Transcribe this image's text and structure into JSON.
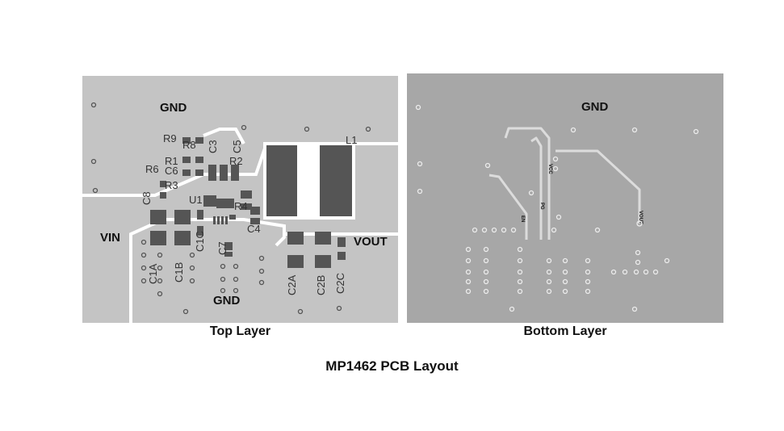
{
  "figure_title": "MP1462 PCB Layout",
  "top_layer": {
    "caption": "Top Layer",
    "nets": {
      "gnd_top": "GND",
      "vin": "VIN",
      "vout": "VOUT",
      "gnd_bottom": "GND"
    },
    "refs": {
      "r9": "R9",
      "r8": "R8",
      "c3": "C3",
      "c5": "C5",
      "r1": "R1",
      "r2": "R2",
      "r6": "R6",
      "c6": "C6",
      "r3": "R3",
      "c4": "C4",
      "u1": "U1",
      "c1c": "C1C",
      "r4": "R4",
      "c7": "C7",
      "l1": "L1",
      "c1a": "C1A",
      "c1b": "C1B",
      "c2a": "C2A",
      "c2b": "C2B",
      "c2c": "C2C",
      "c8": "C8"
    },
    "colors": {
      "board": "#c4c4c4",
      "trace": "#ffffff",
      "pad": "#555555"
    }
  },
  "bottom_layer": {
    "caption": "Bottom Layer",
    "nets": {
      "gnd": "GND",
      "en": "EN",
      "pg": "PG",
      "vcc": "VCC",
      "vout": "VOUT"
    },
    "colors": {
      "board": "#a7a7a7",
      "trace": "#dcdcdc"
    }
  }
}
